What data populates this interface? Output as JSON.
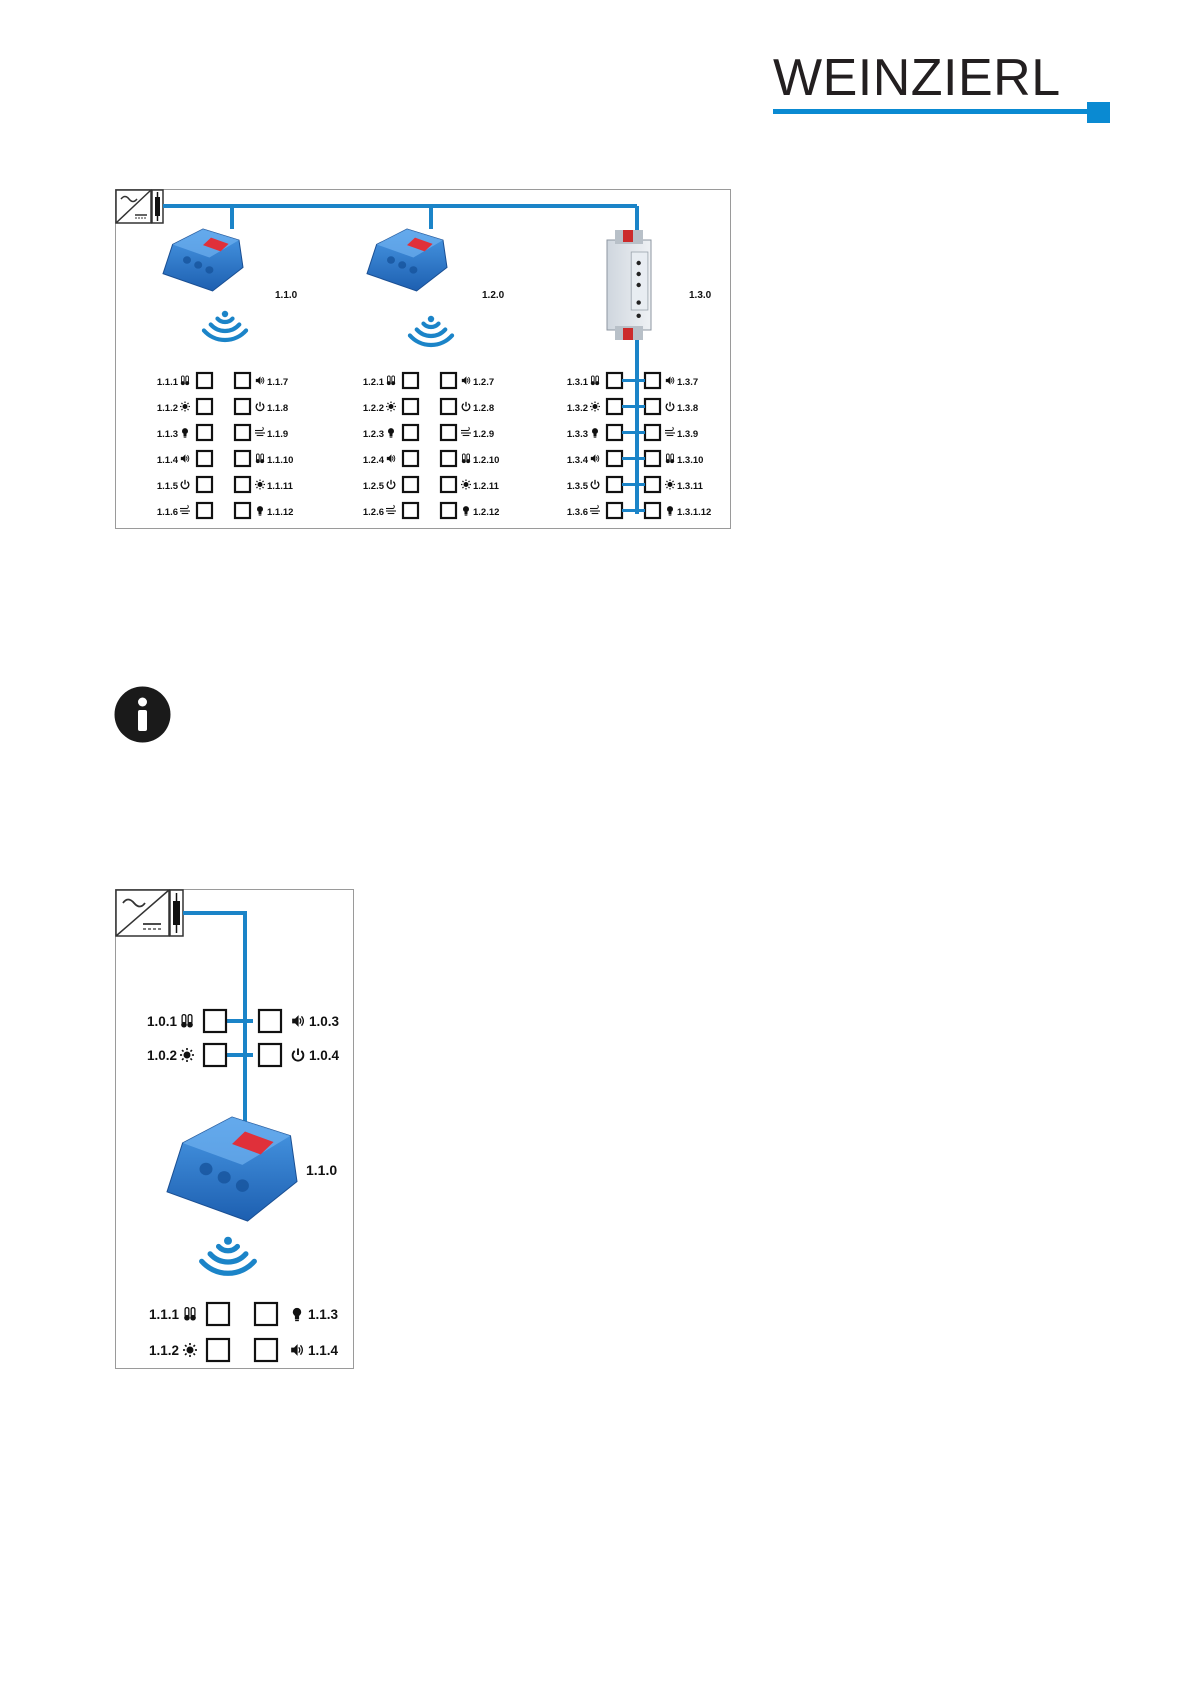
{
  "brand": {
    "logo_text": "WEINZIERL",
    "accent_color": "#0a8ad2"
  },
  "colors": {
    "bus_line": "#1b84c8",
    "device_blue": "#2f7fd4",
    "device_red": "#e0303a"
  },
  "diagram_top": {
    "devices": [
      {
        "address": "1.1.0",
        "type": "wireless-module"
      },
      {
        "address": "1.2.0",
        "type": "wireless-module"
      },
      {
        "address": "1.3.0",
        "type": "din-rail-module"
      }
    ],
    "groups": [
      {
        "wired": false,
        "left": [
          [
            "1.1.1",
            "thermo-icon"
          ],
          [
            "1.1.2",
            "sun-icon"
          ],
          [
            "1.1.3",
            "bulb-icon"
          ],
          [
            "1.1.4",
            "speaker-icon"
          ],
          [
            "1.1.5",
            "power-icon"
          ],
          [
            "1.1.6",
            "wind-icon"
          ]
        ],
        "right": [
          [
            "1.1.7",
            "speaker-icon"
          ],
          [
            "1.1.8",
            "power-icon"
          ],
          [
            "1.1.9",
            "wind-icon"
          ],
          [
            "1.1.10",
            "thermo-icon"
          ],
          [
            "1.1.11",
            "sun-icon"
          ],
          [
            "1.1.12",
            "bulb-icon"
          ]
        ]
      },
      {
        "wired": false,
        "left": [
          [
            "1.2.1",
            "thermo-icon"
          ],
          [
            "1.2.2",
            "sun-icon"
          ],
          [
            "1.2.3",
            "bulb-icon"
          ],
          [
            "1.2.4",
            "speaker-icon"
          ],
          [
            "1.2.5",
            "power-icon"
          ],
          [
            "1.2.6",
            "wind-icon"
          ]
        ],
        "right": [
          [
            "1.2.7",
            "speaker-icon"
          ],
          [
            "1.2.8",
            "power-icon"
          ],
          [
            "1.2.9",
            "wind-icon"
          ],
          [
            "1.2.10",
            "thermo-icon"
          ],
          [
            "1.2.11",
            "sun-icon"
          ],
          [
            "1.2.12",
            "bulb-icon"
          ]
        ]
      },
      {
        "wired": true,
        "left": [
          [
            "1.3.1",
            "thermo-icon"
          ],
          [
            "1.3.2",
            "sun-icon"
          ],
          [
            "1.3.3",
            "bulb-icon"
          ],
          [
            "1.3.4",
            "speaker-icon"
          ],
          [
            "1.3.5",
            "power-icon"
          ],
          [
            "1.3.6",
            "wind-icon"
          ]
        ],
        "right": [
          [
            "1.3.7",
            "speaker-icon"
          ],
          [
            "1.3.8",
            "power-icon"
          ],
          [
            "1.3.9",
            "wind-icon"
          ],
          [
            "1.3.10",
            "thermo-icon"
          ],
          [
            "1.3.11",
            "sun-icon"
          ],
          [
            "1.3.1.12",
            "bulb-icon"
          ]
        ]
      }
    ]
  },
  "diagram_bottom": {
    "device": {
      "address": "1.1.0",
      "type": "wireless-module"
    },
    "wired_left": [
      [
        "1.0.1",
        "thermo-icon"
      ],
      [
        "1.0.2",
        "sun-icon"
      ]
    ],
    "wired_right": [
      [
        "1.0.3",
        "speaker-icon"
      ],
      [
        "1.0.4",
        "power-icon"
      ]
    ],
    "wireless_left": [
      [
        "1.1.1",
        "thermo-icon"
      ],
      [
        "1.1.2",
        "sun-icon"
      ]
    ],
    "wireless_right": [
      [
        "1.1.3",
        "bulb-icon"
      ],
      [
        "1.1.4",
        "speaker-icon"
      ]
    ]
  },
  "info": {
    "icon": "info-icon"
  }
}
